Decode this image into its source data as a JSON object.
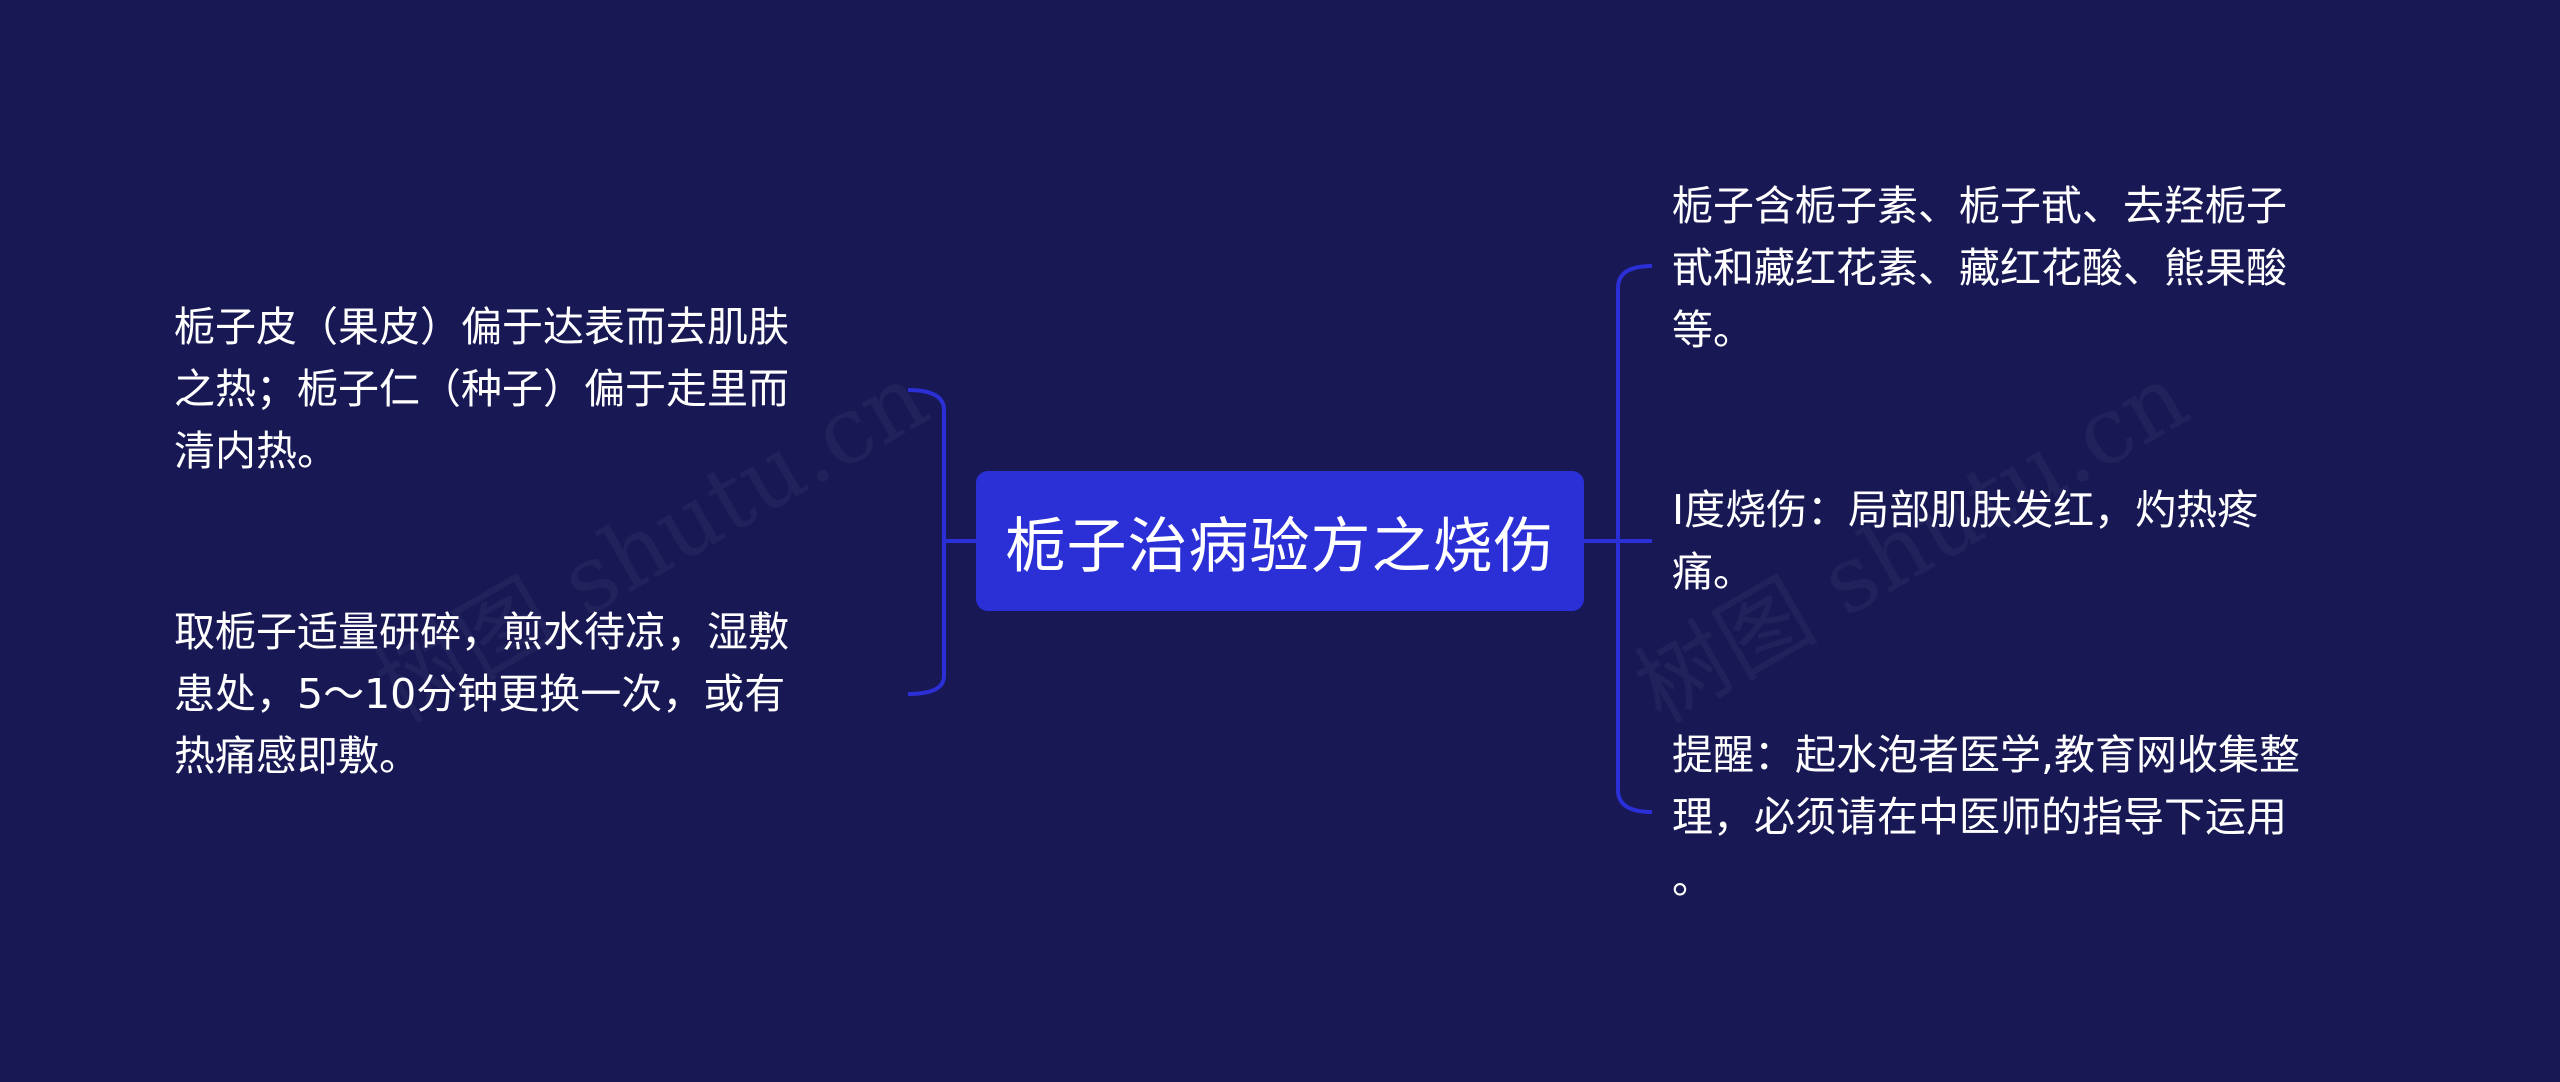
{
  "center": {
    "title": "栀子治病验方之烧伤"
  },
  "left": [
    {
      "text": "栀子皮（果皮）偏于达表而去肌肤\n之热；栀子仁（种子）偏于走里而\n清内热。"
    },
    {
      "text": "取栀子适量研碎，煎水待凉，湿敷\n患处，5～10分钟更换一次，或有\n热痛感即敷。"
    }
  ],
  "right": [
    {
      "text": "栀子含栀子素、栀子甙、去羟栀子\n甙和藏红花素、藏红花酸、熊果酸\n等。"
    },
    {
      "text": "Ⅰ度烧伤：局部肌肤发红，灼热疼\n痛。"
    },
    {
      "text": "提醒：起水泡者医学,教育网收集整\n理，必须请在中医师的指导下运用\n。"
    }
  ],
  "watermark": "树图 shutu.cn",
  "colors": {
    "background": "#181854",
    "center_node": "#2b2fd6",
    "connector": "#2b2fd6",
    "text": "#ffffff"
  }
}
